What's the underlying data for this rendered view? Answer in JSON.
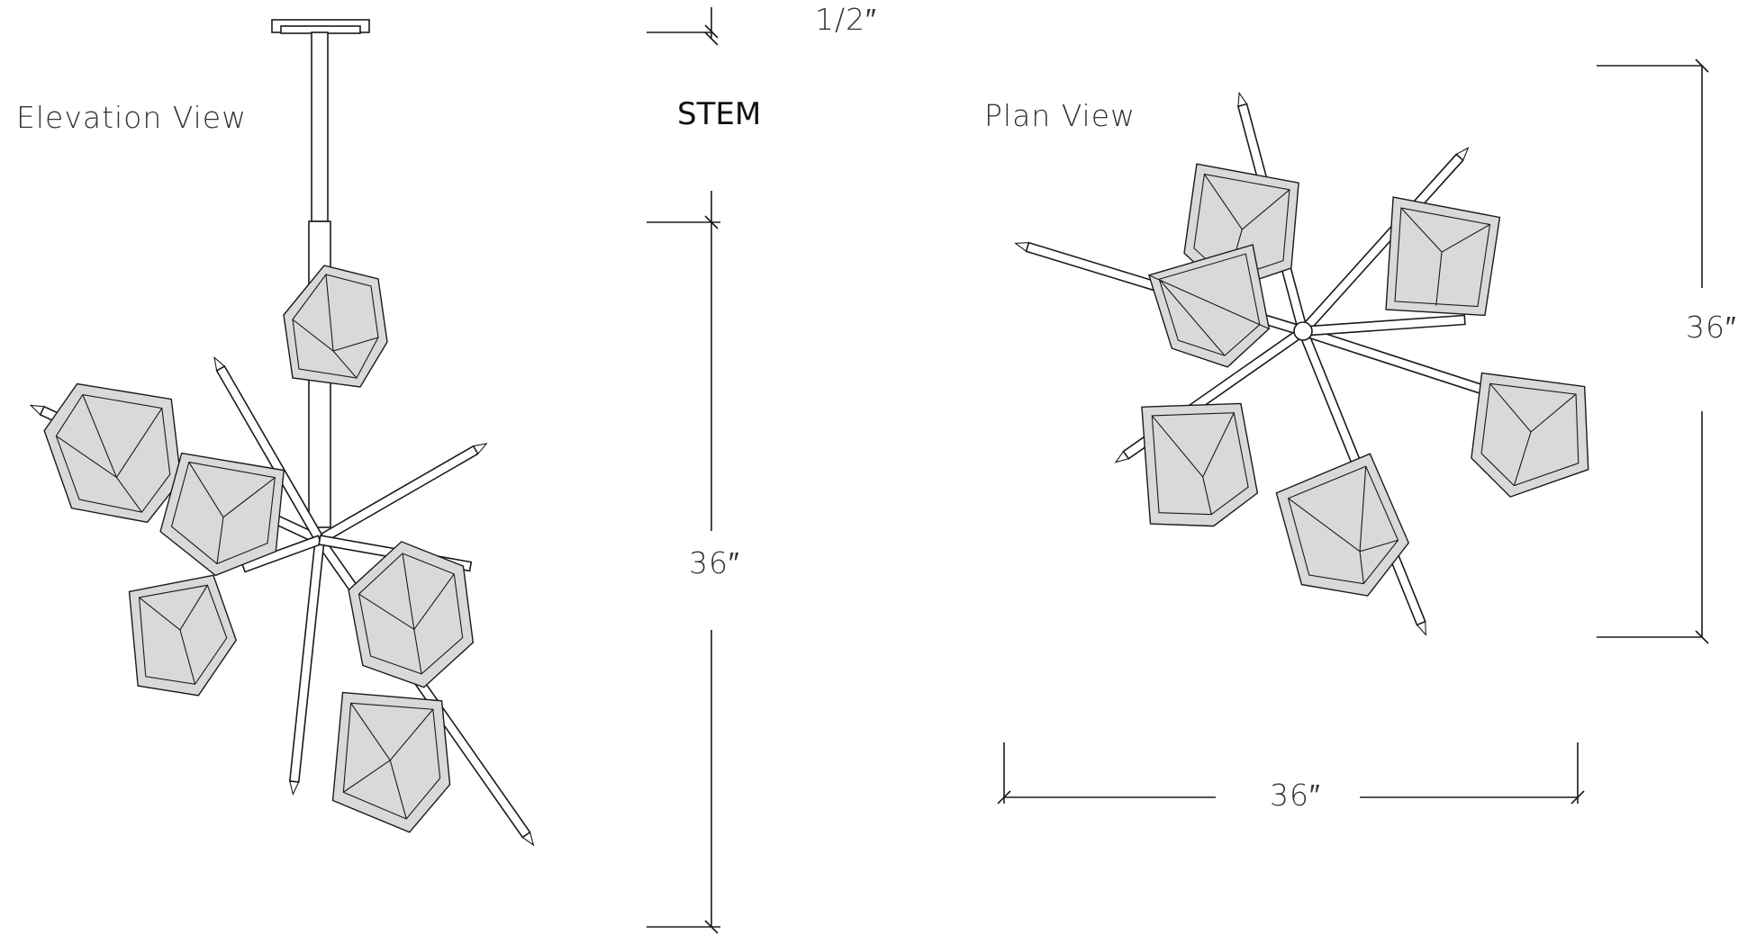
{
  "elevation": {
    "title": "Elevation View"
  },
  "stem": {
    "label": "STEM",
    "gap_label": "1/2″",
    "length_label": "36″"
  },
  "plan": {
    "title": "Plan View",
    "width_label": "36″",
    "depth_label": "36″"
  }
}
